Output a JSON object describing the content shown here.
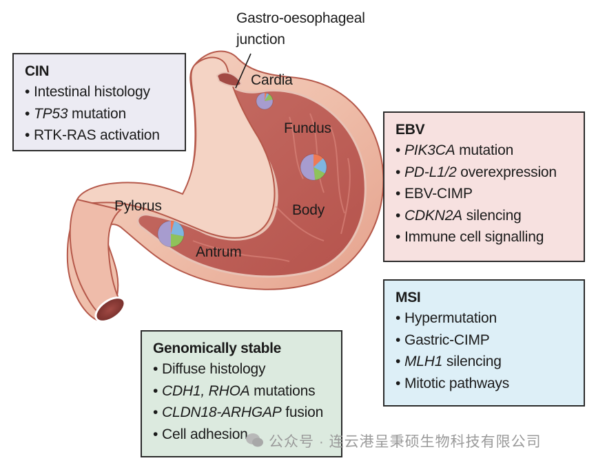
{
  "colors": {
    "cin": "#a79ccf",
    "gs": "#8fc25a",
    "msi": "#7fb5e0",
    "ebv": "#ef7a55"
  },
  "anatomy_labels": {
    "gej_line1": "Gastro-oesophageal",
    "gej_line2": "junction",
    "cardia": "Cardia",
    "fundus": "Fundus",
    "body": "Body",
    "pylorus": "Pylorus",
    "antrum": "Antrum"
  },
  "subtype_pies": [
    {
      "region": "Cardia",
      "cin": 0.78,
      "gs": 0.13,
      "msi": 0.05,
      "ebv": 0.04
    },
    {
      "region": "Fundus/Body",
      "cin": 0.52,
      "gs": 0.15,
      "msi": 0.2,
      "ebv": 0.13
    },
    {
      "region": "Antrum",
      "cin": 0.5,
      "gs": 0.22,
      "msi": 0.24,
      "ebv": 0.04
    }
  ],
  "boxes": {
    "cin": {
      "title": "CIN",
      "items": [
        {
          "gene": "",
          "text": "Intestinal histology"
        },
        {
          "gene": "TP53",
          "text": " mutation"
        },
        {
          "gene": "",
          "text": "RTK-RAS activation"
        }
      ]
    },
    "ebv": {
      "title": "EBV",
      "items": [
        {
          "gene": "PIK3CA",
          "text": " mutation"
        },
        {
          "gene": "PD-L1/2",
          "text": " overexpression"
        },
        {
          "gene": "",
          "text": "EBV-CIMP"
        },
        {
          "gene": "CDKN2A",
          "text": " silencing"
        },
        {
          "gene": "",
          "text": "Immune cell signalling"
        }
      ]
    },
    "msi": {
      "title": "MSI",
      "items": [
        {
          "gene": "",
          "text": "Hypermutation"
        },
        {
          "gene": "",
          "text": "Gastric-CIMP"
        },
        {
          "gene": "MLH1",
          "text": " silencing"
        },
        {
          "gene": "",
          "text": "Mitotic pathways"
        }
      ]
    },
    "gs": {
      "title": "Genomically stable",
      "items": [
        {
          "gene": "",
          "text": "Diffuse histology"
        },
        {
          "gene": "CDH1, RHOA",
          "text": " mutations"
        },
        {
          "gene": "CLDN18-ARHGAP",
          "text": " fusion"
        },
        {
          "gene": "",
          "text": "Cell adhesion"
        }
      ]
    }
  },
  "bullet": "•",
  "watermark": "公众号 · 连云港呈秉硕生物科技有限公司"
}
